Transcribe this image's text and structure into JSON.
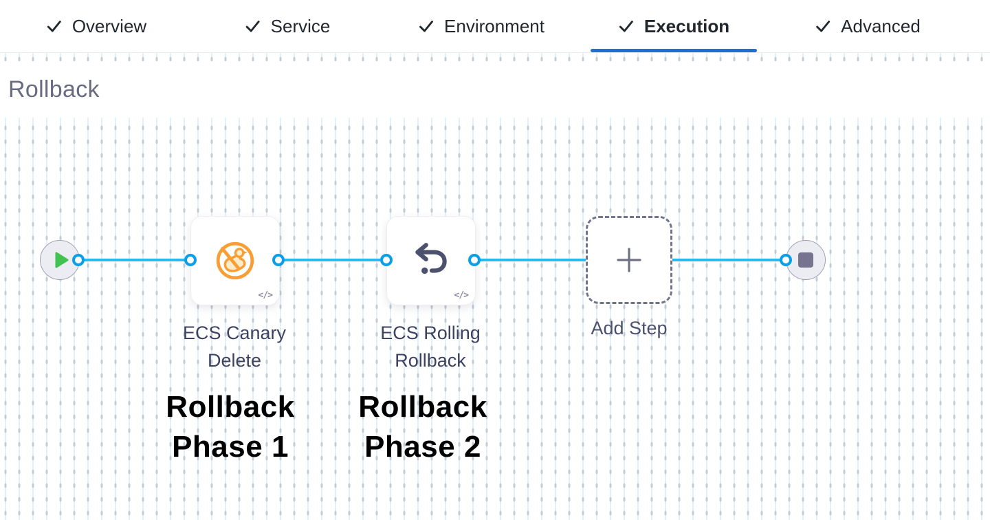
{
  "tab_bar": {
    "tabs": [
      {
        "label": "Overview",
        "active": false
      },
      {
        "label": "Service",
        "active": false
      },
      {
        "label": "Environment",
        "active": false
      },
      {
        "label": "Execution",
        "active": true
      },
      {
        "label": "Advanced",
        "active": false
      }
    ]
  },
  "canvas": {
    "heading": "Rollback"
  },
  "pipeline": {
    "start_node": {
      "icon": "play-icon"
    },
    "end_node": {
      "icon": "stop-icon"
    },
    "steps": [
      {
        "label_lines": [
          "ECS Canary",
          "Delete"
        ],
        "icon": "canary-delete-icon",
        "code_badge": "</>"
      },
      {
        "label_lines": [
          "ECS Rolling",
          "Rollback"
        ],
        "icon": "rolling-rollback-icon",
        "code_badge": "</>"
      }
    ],
    "add_step": {
      "label": "Add Step",
      "icon": "plus-icon"
    },
    "annotations": [
      {
        "lines": [
          "Rollback",
          "Phase 1"
        ]
      },
      {
        "lines": [
          "Rollback",
          "Phase 2"
        ]
      }
    ]
  },
  "icons": {
    "tab_check": "checkmark",
    "play": "green play triangle",
    "stop": "gray stop square",
    "plus": "plus sign",
    "code_badge": "</>"
  },
  "colors": {
    "tab_active_underline": "#1d6fd0",
    "connector_line": "#2cb7f0",
    "port_ring": "#0b9fe8",
    "canary_orange": "#f89e35",
    "icon_slate": "#4c526e",
    "heading_gray": "#696b80",
    "play_green": "#41c150",
    "stop_gray": "#75738f",
    "annotation_text": "#000000"
  }
}
